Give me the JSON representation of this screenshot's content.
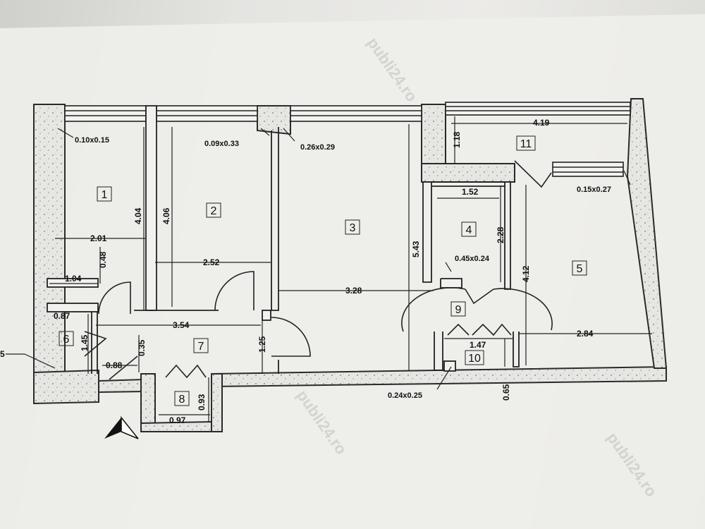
{
  "plan": {
    "rooms": [
      "1",
      "2",
      "3",
      "4",
      "5",
      "6",
      "7",
      "8",
      "9",
      "10",
      "11"
    ],
    "dimensions": {
      "d_2_01": "2.01",
      "d_4_04": "4.04",
      "d_4_06": "4.06",
      "d_2_52": "2.52",
      "d_0_48": "0.48",
      "d_1_04": "1.04",
      "d_3_54": "3.54",
      "d_3_28": "3.28",
      "d_5_43": "5.43",
      "d_1_52": "1.52",
      "d_2_28": "2.28",
      "d_4_12": "4.12",
      "d_4_19": "4.19",
      "d_1_18": "1.18",
      "d_2_84": "2.84",
      "d_1_47": "1.47",
      "d_0_65": "0.65",
      "d_1_25": "1.25",
      "d_0_35": "0.35",
      "d_0_88": "0.88",
      "d_0_87": "0.87",
      "d_1_45": "1.45",
      "d_0_93": "0.93",
      "d_0_97": "0.97"
    },
    "openings": {
      "o1": "0.10x0.15",
      "o2": "0.09x0.33",
      "o3": "0.26x0.29",
      "o4": "0.45x0.24",
      "o5": "0.15x0.27",
      "o6": "0.24x0.25"
    },
    "left_edge_label": "5",
    "watermark": "publi24.ro"
  }
}
